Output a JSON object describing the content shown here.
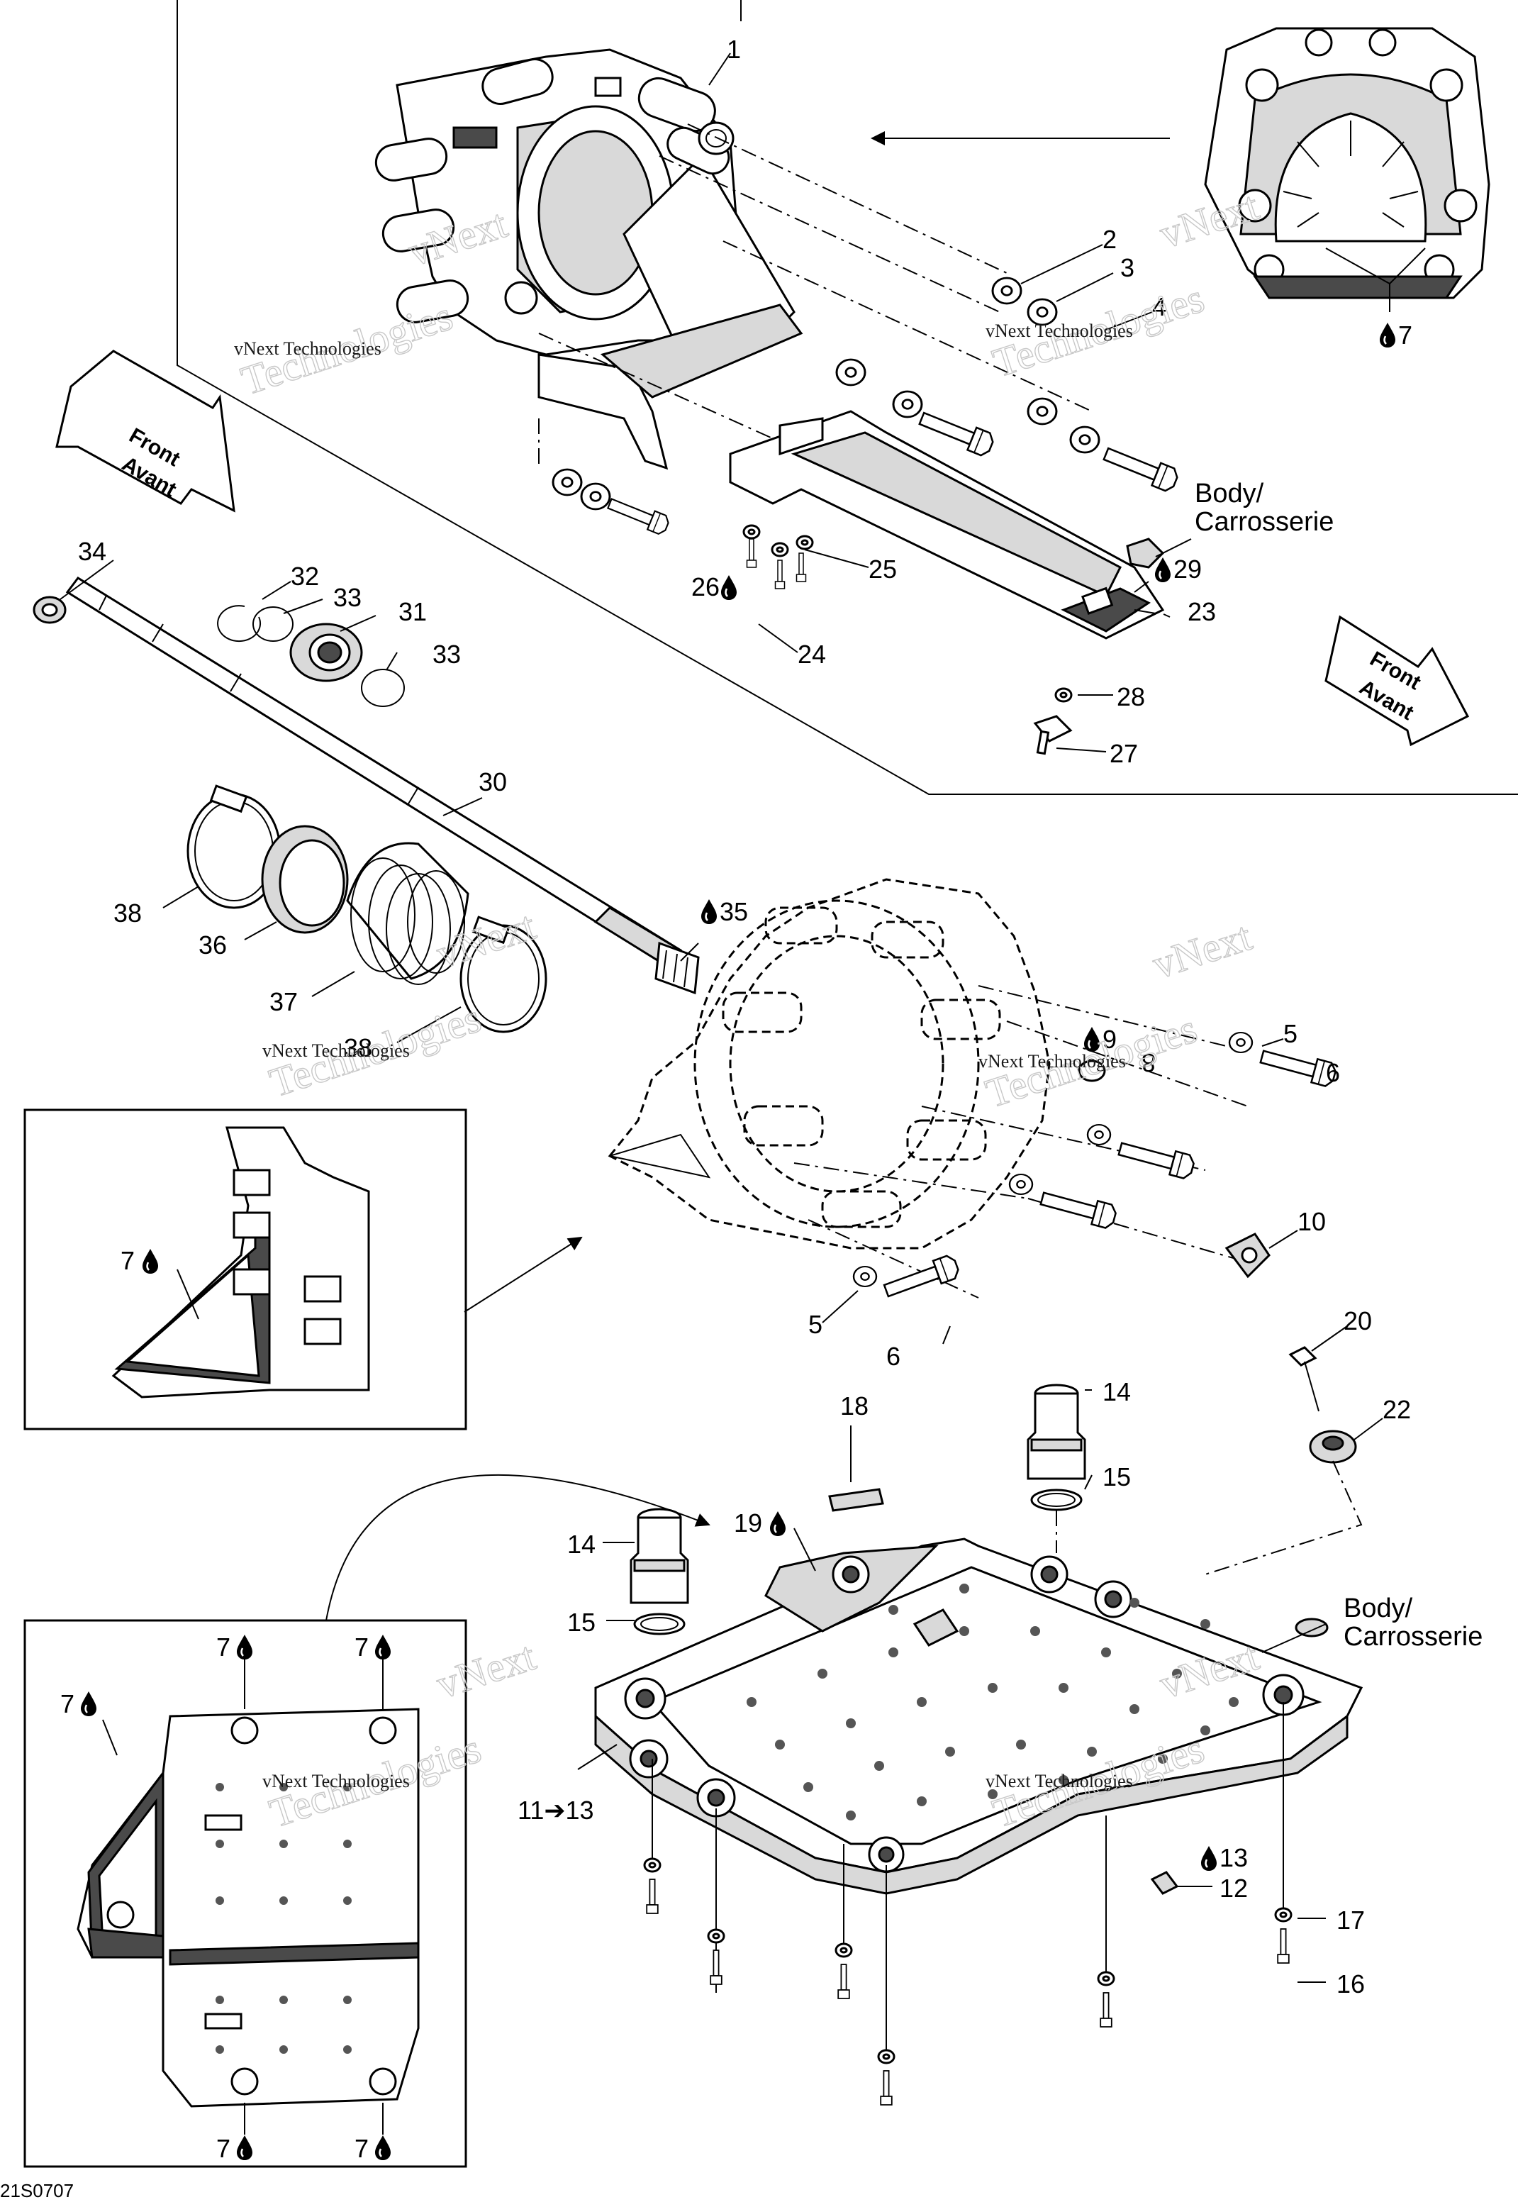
{
  "callouts": {
    "c1": "1",
    "c2": "2",
    "c3": "3",
    "c4": "4",
    "c5a": "5",
    "c5b": "5",
    "c6a": "6",
    "c6b": "6",
    "c7a": "7",
    "c7b": "7",
    "c7c": "7",
    "c7d": "7",
    "c7e": "7",
    "c7f": "7",
    "c7g": "7",
    "c8": "8",
    "c9": "9",
    "c10": "10",
    "c11_13": "11➔13",
    "c12": "12",
    "c13": "13",
    "c14a": "14",
    "c14b": "14",
    "c15a": "15",
    "c15b": "15",
    "c16": "16",
    "c17": "17",
    "c18": "18",
    "c19": "19",
    "c20": "20",
    "c22": "22",
    "c23": "23",
    "c24": "24",
    "c25": "25",
    "c26": "26",
    "c27": "27",
    "c28": "28",
    "c29": "29",
    "c30": "30",
    "c31": "31",
    "c32": "32",
    "c33a": "33",
    "c33b": "33",
    "c34": "34",
    "c35": "35",
    "c36": "36",
    "c37": "37",
    "c38a": "38",
    "c38b": "38"
  },
  "notes": {
    "body_top_1": "Body/",
    "body_top_2": "Carrosserie",
    "body_bottom_1": "Body/",
    "body_bottom_2": "Carrosserie"
  },
  "direction_arrows": {
    "left_1": "Front",
    "left_2": "Avant",
    "right_1": "Front",
    "right_2": "Avant"
  },
  "watermark": {
    "line_1": "vNext",
    "line_2": "vNext Technologies",
    "line_3": "Technologies"
  },
  "drawing_code": "21S0707",
  "icons": [
    "adhesive-drop-icon",
    "direction-arrow-icon",
    "assembly-arrow-icon"
  ]
}
